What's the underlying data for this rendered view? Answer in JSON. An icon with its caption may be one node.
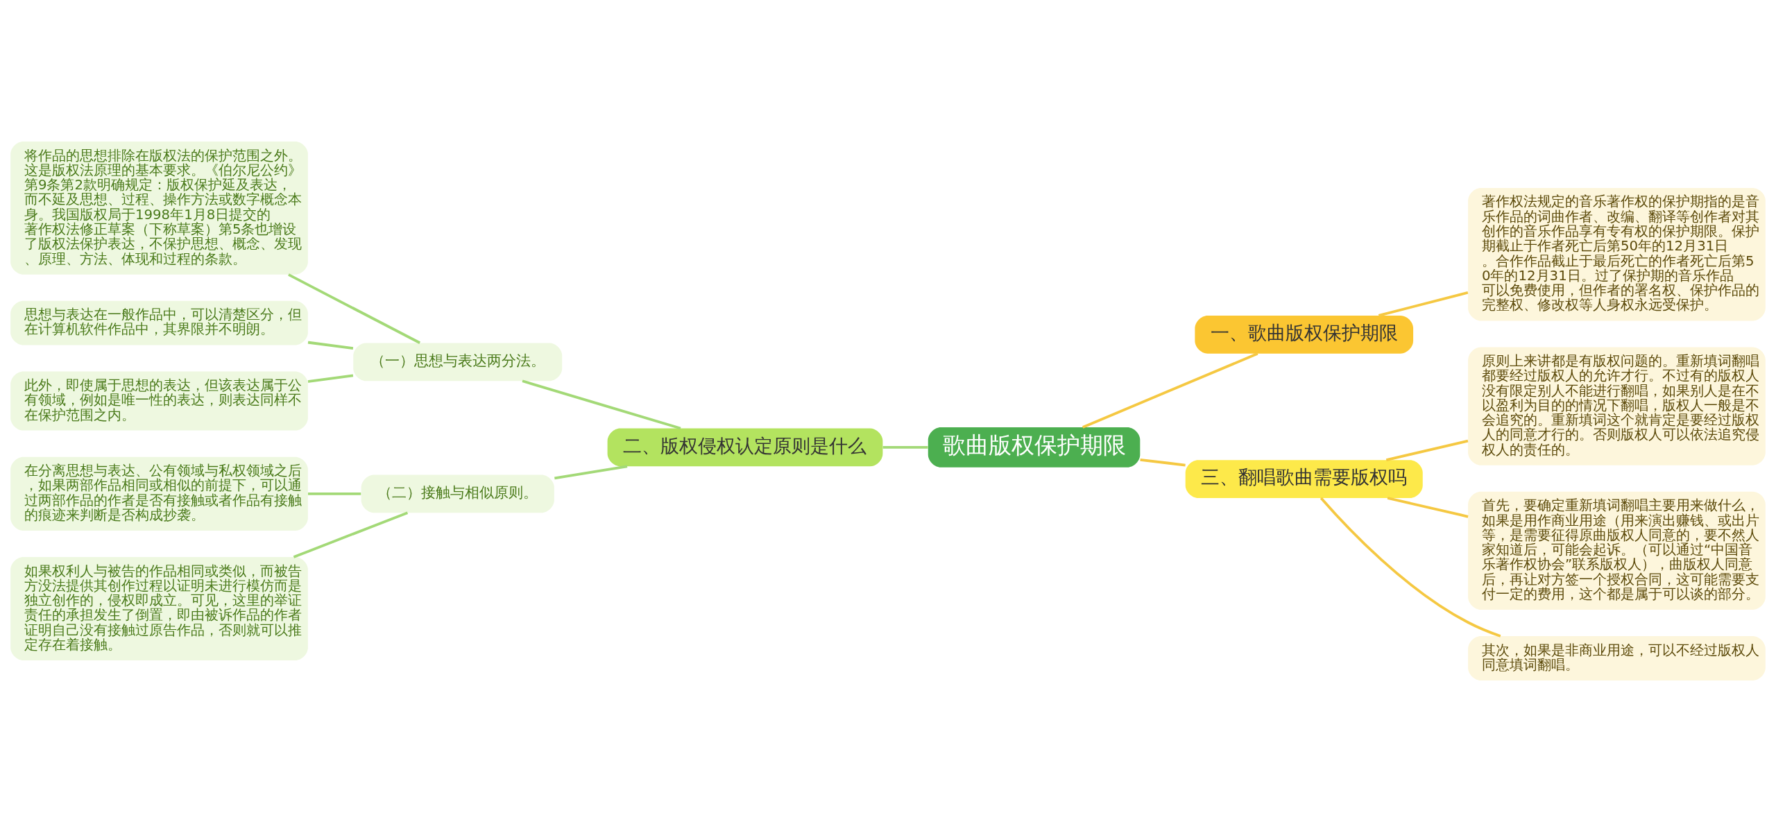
{
  "diagram": {
    "nodes": [
      {
        "text": [
          "歌曲版权保护期限"
        ]
      },
      {
        "text": [
          "二、版权侵权认定原则是什么"
        ]
      },
      {
        "text": [
          "（一）思想与表达两分法。"
        ]
      },
      {
        "text": [
          "将作品的思想排除在版权法的保护范围之外。这是版权法原理的基本要求。《伯尔尼公约》第9条第2款明确规定：版权保护延及表达，而不延及思想、过程、操作方法或数字概念本身。我国版权局于1998年1月8日提交的著作权法修正草案（下称草案）第5条也增设了版权法保护表达，不保护思想、概念、发现、原理、方法、体现和过程的条款。"
        ]
      },
      {
        "text": [
          "思想与表达在一般作品中，可以清楚区分，但在计算机软件作品中，其界限并不明朗。"
        ]
      },
      {
        "text": [
          "此外，即使属于思想的表达，但该表达属于公有领域，例如是唯一性的表达，则表达同样不在保护范围之内。"
        ]
      },
      {
        "text": [
          "（二）接触与相似原则。"
        ]
      },
      {
        "text": [
          "在分离思想与表达、公有领域与私权领域之后，如果两部作品相同或相似的前提下，可以通过两部作品的作者是否有接触或者作品有接触的痕迹来判断是否构成抄袭。"
        ]
      },
      {
        "text": [
          "如果权利人与被告的作品相同或类似，而被告方没法提供其创作过程以证明未进行模仿而是独立创作的，侵权即成立。可见，这里的举证责任的承担发生了倒置，即由被诉作品的作者证明自己没有接触过原告作品，否则就可以推定存在着接触。"
        ]
      },
      {
        "text": [
          "一、歌曲版权保护期限"
        ]
      },
      {
        "text": [
          "著作权法规定的音乐著作权的保护期指的是音乐作品的词曲作者、改编、翻译等创作者对其创作的音乐作品享有专有权的保护期限。保护期截止于作者死亡后第50年的12月31日。合作作品截止于最后死亡的作者死亡后第50年的12月31日。过了保护期的音乐作品可以免费使用，但作者的署名权、保护作品的完整权、修改权等人身权永远受保护。"
        ]
      },
      {
        "text": [
          "三、翻唱歌曲需要版权吗"
        ]
      },
      {
        "text": [
          "原则上来讲都是有版权问题的。重新填词翻唱都要经过版权人的允许才行。不过有的版权人没有限定别人不能进行翻唱，如果别人是在不以盈利为目的的情况下翻唱，版权人一般是不会追究的。重新填词这个就肯定是要经过版权人的同意才行的。否则版权人可以依法追究侵权人的责任的。"
        ]
      },
      {
        "text": [
          "首先，要确定重新填词翻唱主要用来做什么，如果是用作商业用途（用来演出赚钱、或出片等，是需要征得原曲版权人同意的，要不然人家知道后，可能会起诉。（可以通过“中国音乐著作权协会”联系版权人），曲版权人同意后，再让对方签一个授权合同，这可能需要支付一定的费用，这个都是属于可以谈的部分。"
        ]
      },
      {
        "text": [
          "其次，如果是非商业用途，可以不经过版权人同意填词翻唱。"
        ]
      }
    ],
    "edges": [
      {
        "from": 1,
        "to": 0,
        "arrow": "none"
      },
      {
        "from": 2,
        "to": 1,
        "arrow": "none"
      },
      {
        "from": 3,
        "to": 2,
        "arrow": "none"
      },
      {
        "from": 4,
        "to": 2,
        "arrow": "none"
      },
      {
        "from": 5,
        "to": 2,
        "arrow": "none"
      },
      {
        "from": 6,
        "to": 1,
        "arrow": "none"
      },
      {
        "from": 7,
        "to": 6,
        "arrow": "none"
      },
      {
        "from": 8,
        "to": 6,
        "arrow": "none"
      },
      {
        "from": 0,
        "to": 9,
        "arrow": "none",
        "color": "#f5c842"
      },
      {
        "from": 9,
        "to": 10,
        "arrow": "none",
        "color": "#f5c842"
      },
      {
        "from": 0,
        "to": 11,
        "arrow": "none",
        "color": "#f5c842"
      },
      {
        "from": 11,
        "to": 12,
        "arrow": "none",
        "color": "#f5c842"
      },
      {
        "from": 11,
        "to": 13,
        "arrow": "none",
        "color": "#f5c842"
      },
      {
        "from": 11,
        "to": 14,
        "arrow": "none",
        "color": "#f5c842"
      }
    ]
  }
}
